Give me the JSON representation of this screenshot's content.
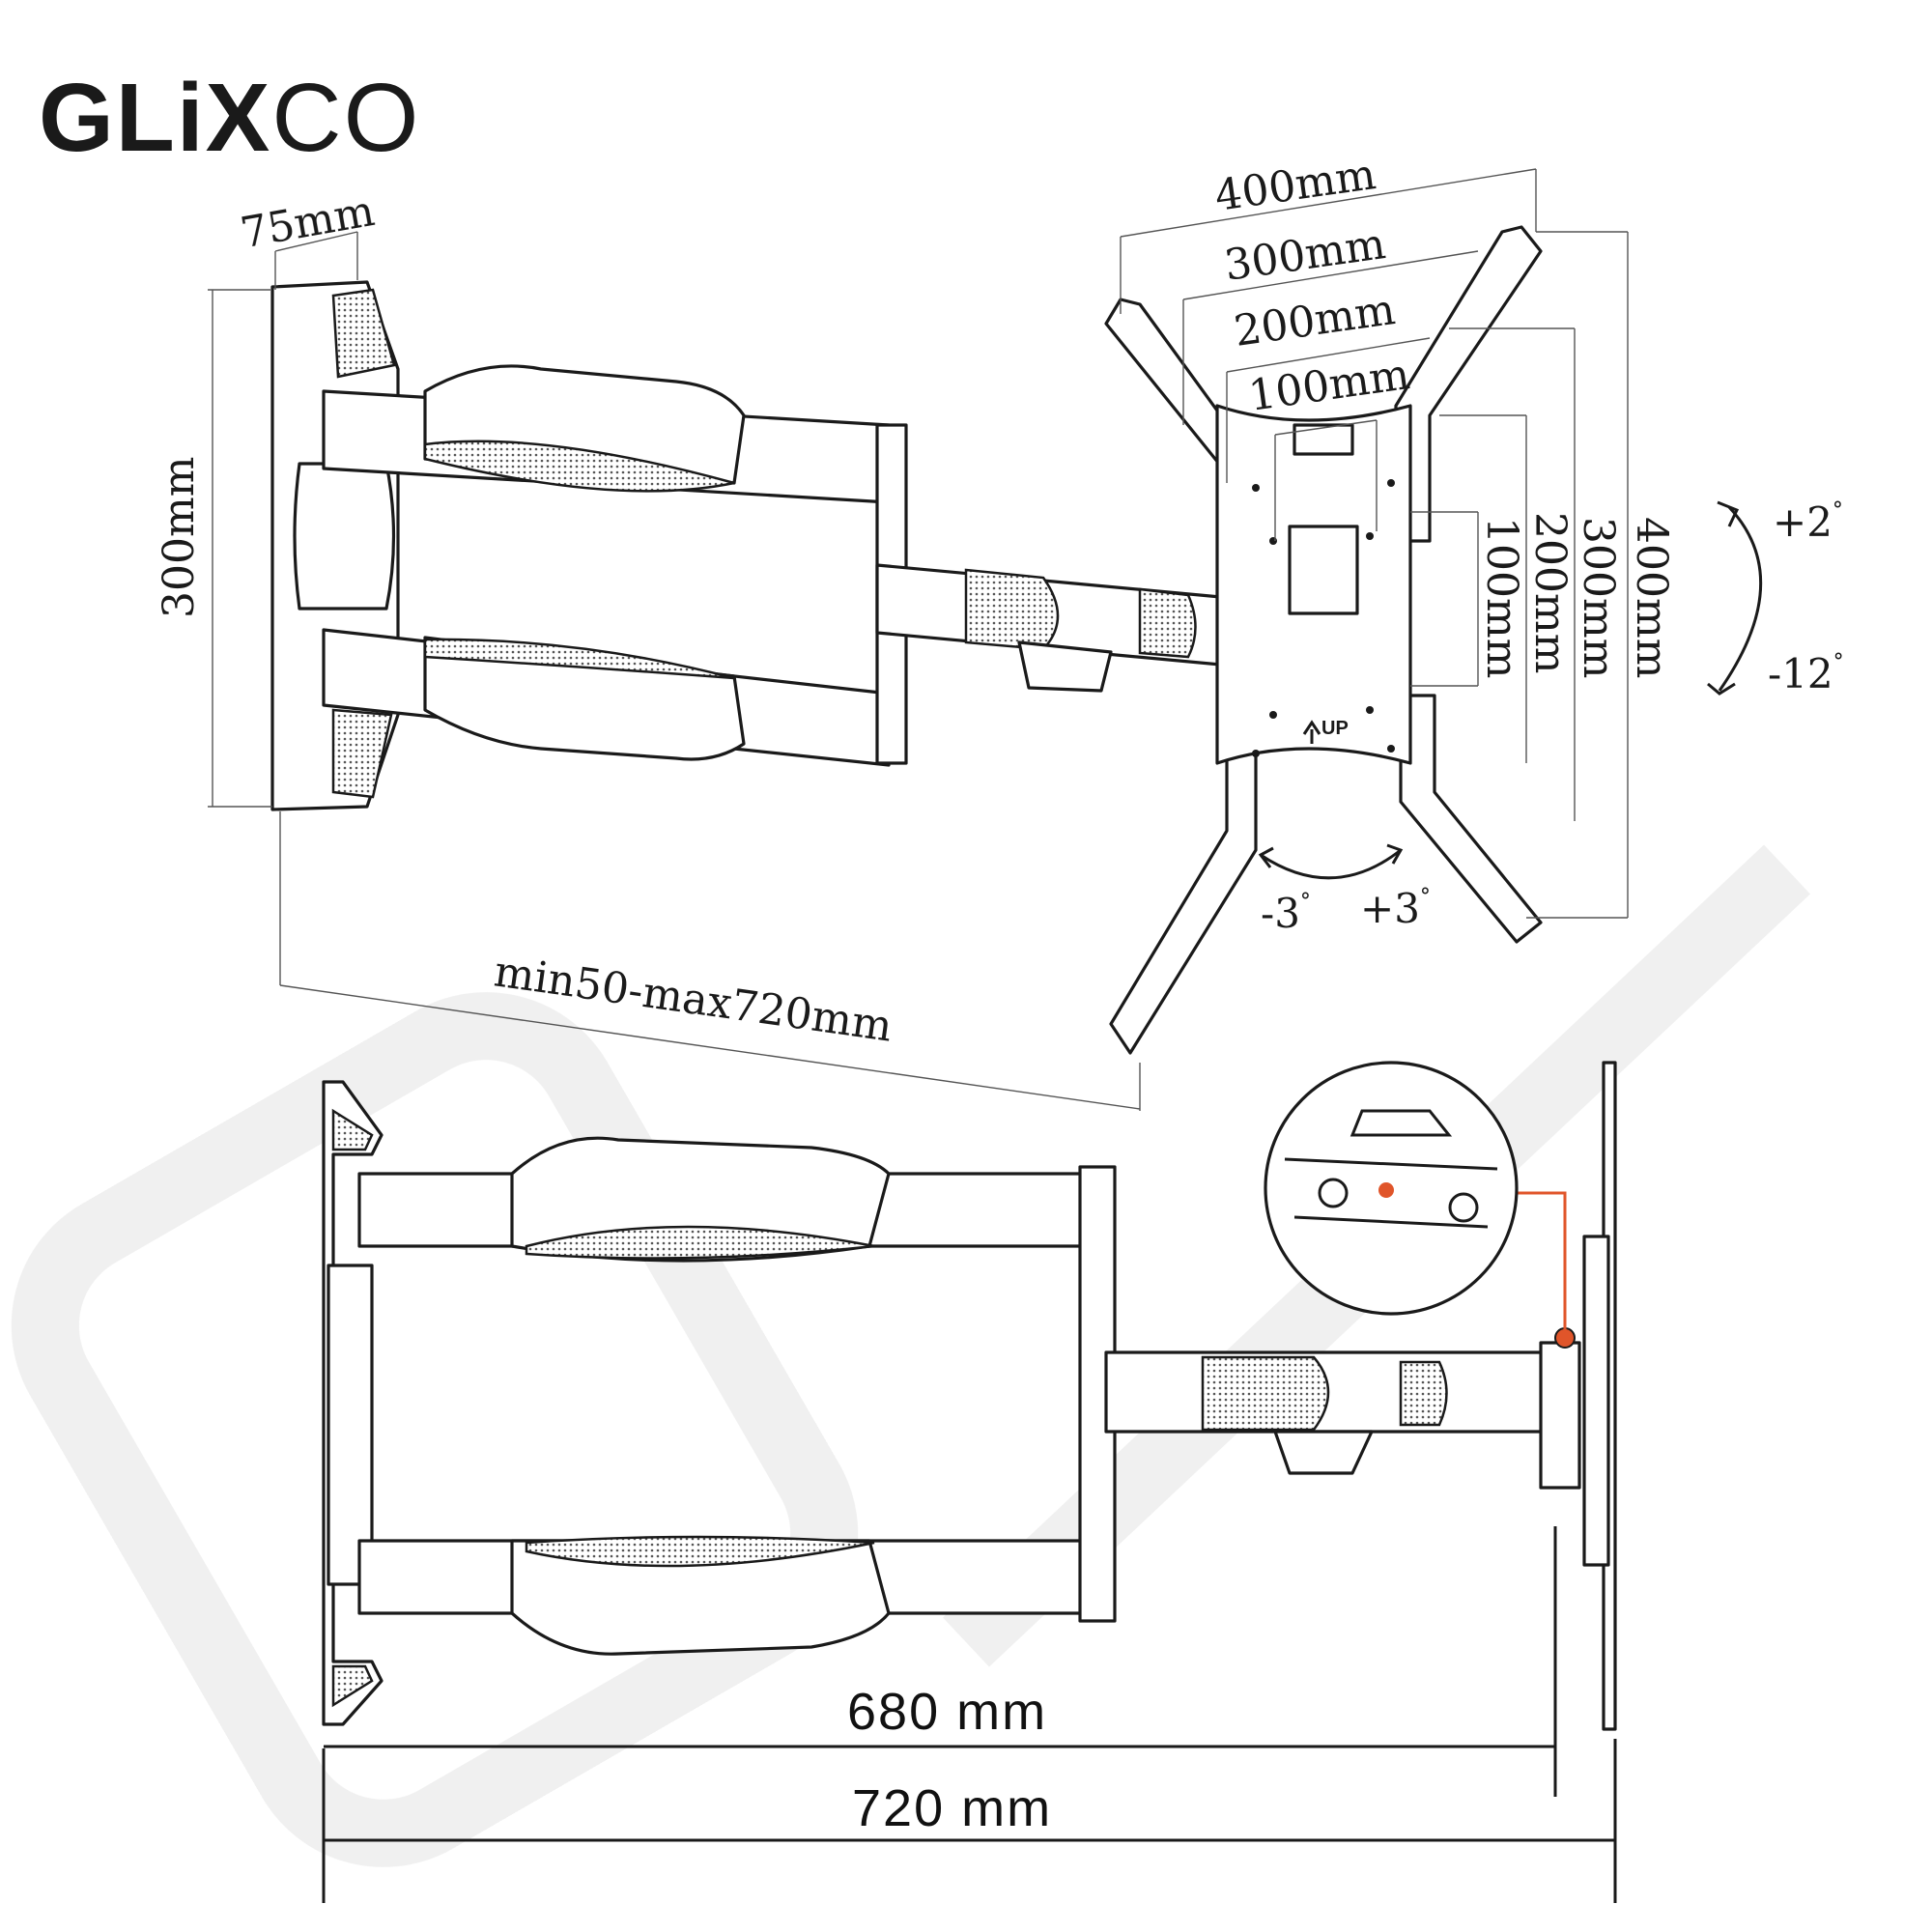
{
  "brand": {
    "logo_bold": "GLiX",
    "logo_light": "CO"
  },
  "top_view": {
    "wall_plate_width": "75mm",
    "wall_plate_height": "300mm",
    "extension": "min50-max720mm",
    "vesa_horizontal": [
      "400mm",
      "300mm",
      "200mm",
      "100mm"
    ],
    "vesa_vertical": [
      "100mm",
      "200mm",
      "300mm",
      "400mm"
    ],
    "tilt_up": "+2",
    "tilt_down": "-12",
    "swivel_left": "-3",
    "swivel_right": "+3",
    "degree_symbol": "°",
    "up_marker": "UP"
  },
  "side_view": {
    "arm_length_inner": "680 mm",
    "arm_length_total": "720 mm"
  },
  "colors": {
    "line": "#1a1a1a",
    "highlight": "#e0552a",
    "watermark": "#f3f3f3"
  }
}
